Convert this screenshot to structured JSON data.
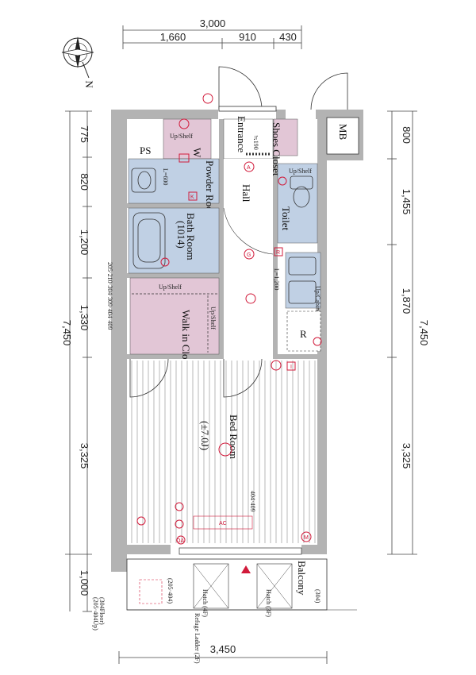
{
  "dimensions": {
    "top_total": "3,000",
    "top_segments": [
      "1,660",
      "910",
      "430"
    ],
    "bottom_total": "3,450",
    "left_total": "7,450",
    "left_segments": [
      "775",
      "820",
      "1,200",
      "1,330",
      "3,325",
      "1,000"
    ],
    "right_total": "7,450",
    "right_segments": [
      "800",
      "1,455",
      "1,870",
      "3,325"
    ]
  },
  "rooms": {
    "entrance": "Entrance",
    "shoes_closet": "Shoes Closet",
    "mb": "MB",
    "ps": "PS",
    "powder_room": "Powder Room",
    "w": "W",
    "l600": "L=600",
    "hall": "Hall",
    "toilet": "Toilet",
    "bath_room": "Bath Room",
    "bath_size": "(1014)",
    "up_shelf_1": "Up/Shelf",
    "up_shelf_2": "Up/Shelf",
    "up_shelf_3": "Up/Shelf",
    "up_shelf_4": "Up/Shelf",
    "up_cabinet": "Up/Cabinet",
    "l1200": "L=1,200",
    "r": "R",
    "walk_in_closet": "Walk in Closet",
    "bed_room": "Bed Room",
    "bed_size": "(±7.0J)",
    "balcony": "Balcony",
    "hatch_4f": "Hatch (4F)",
    "hatch_3f": "Hatch (3F)",
    "refuge_ladder": "Refuge Ladder (2F)",
    "note_205_304": "(205·404)",
    "note_304": "(304)",
    "note_304floor": "(304Floor)",
    "note_205up": "(205·404Up)",
    "note_units": "205·210·304·309·404·409",
    "note_404": "404·409",
    "entrance_height": "≒190",
    "ac": "AC"
  },
  "symbols": {
    "compass_letter": "N",
    "symbol_a": "A",
    "symbol_g": "G",
    "symbol_i": "I",
    "symbol_r": "R",
    "symbol_k": "K",
    "symbol_oa": "OA",
    "symbol_m": "M"
  },
  "colors": {
    "wall": "#b3b3b3",
    "wet_area": "#c0d0e4",
    "closet": "#e2c6d6",
    "accent": "#d11a3a"
  }
}
